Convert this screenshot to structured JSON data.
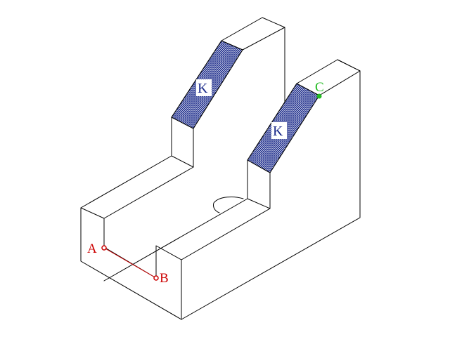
{
  "labels": {
    "face_left": "K",
    "face_right": "K",
    "point_a": "A",
    "point_b": "B",
    "point_c": "C"
  },
  "colors": {
    "edges": "#000000",
    "hatch": "#1a2a8a",
    "label_k": "#1a2a8a",
    "point_ab": "#cc0000",
    "point_c": "#22bb22"
  }
}
